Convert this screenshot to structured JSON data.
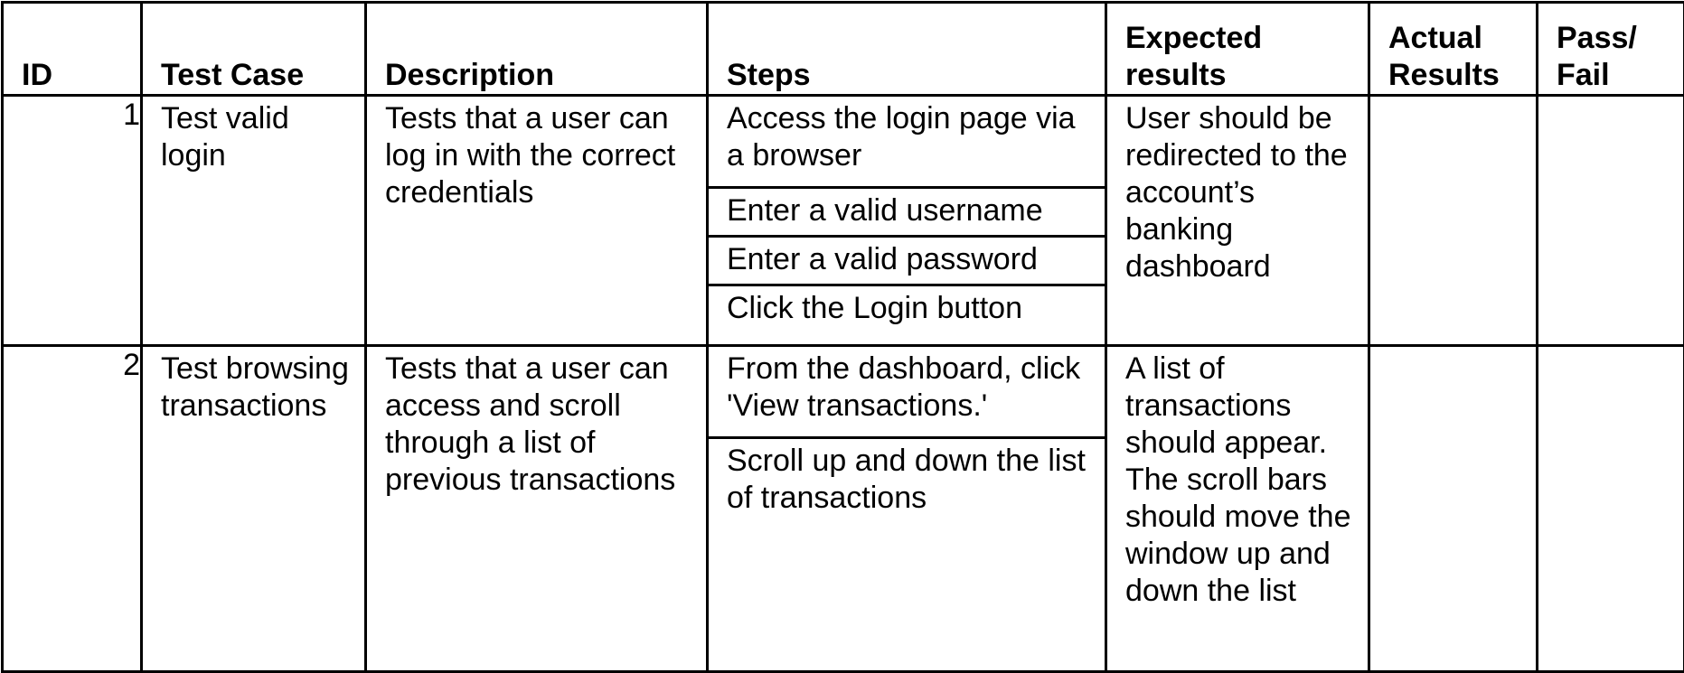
{
  "headers": {
    "id": "ID",
    "test_case": "Test Case",
    "description": "Description",
    "steps": "Steps",
    "expected_line1": "Expected",
    "expected_line2": "results",
    "actual_line1": "Actual",
    "actual_line2": "Results",
    "pass_line1": "Pass/",
    "pass_line2": "Fail"
  },
  "rows": [
    {
      "id": "1",
      "test_case": "Test valid login",
      "description": "Tests that a user can log in with the correct credentials",
      "steps": [
        "Access the login page via a browser",
        "Enter a valid username",
        "Enter a valid password",
        "Click the Login button"
      ],
      "expected": "User should be redirected to the account’s banking dashboard",
      "actual": "",
      "pass_fail": ""
    },
    {
      "id": "2",
      "test_case": "Test browsing transactions",
      "description": "Tests that a user can access and scroll through a list of previous transactions",
      "steps": [
        "From the dashboard, click 'View transactions.'",
        "Scroll up and down the list of transactions"
      ],
      "expected": "A list of transactions should appear. The scroll bars should move the window up and down the list",
      "actual": "",
      "pass_fail": ""
    }
  ]
}
